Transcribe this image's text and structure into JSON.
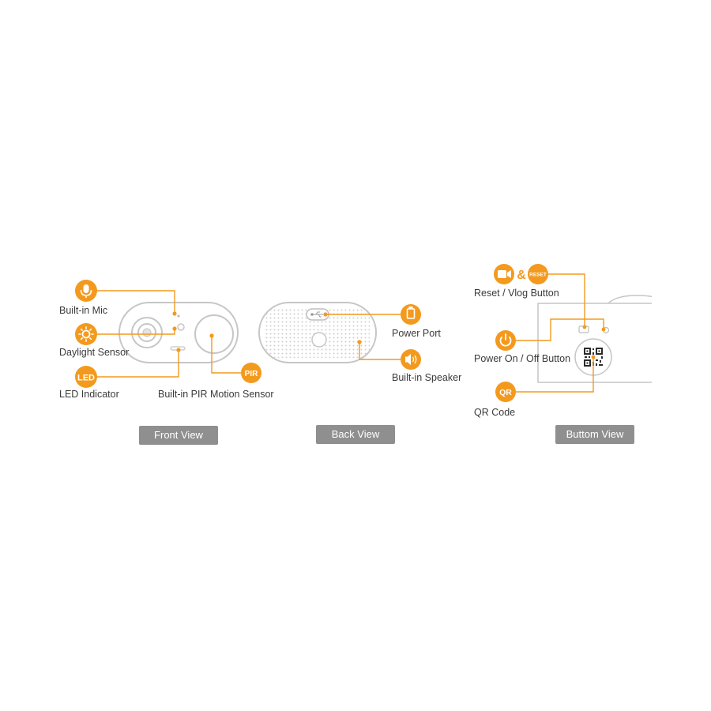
{
  "colors": {
    "accent": "#f39a1e",
    "device_stroke": "#c9c9c9",
    "label": "#3a3a3a",
    "button_bg": "#8f8f8f"
  },
  "front": {
    "mic_label": "Built-in Mic",
    "daylight_label": "Daylight Sensor",
    "led_label": "LED Indicator",
    "led_badge": "LED",
    "pir_label": "Built-in PIR Motion Sensor",
    "pir_badge": "PIR",
    "view_button": "Front View",
    "icons": [
      "microphone-icon",
      "sun-icon"
    ]
  },
  "back": {
    "power_port_label": "Power Port",
    "speaker_label": "Built-in Speaker",
    "view_button": "Back View",
    "icons": [
      "usb-plug-icon",
      "speaker-icon",
      "usb-symbol-icon"
    ]
  },
  "bottom": {
    "reset_label": "Reset / Vlog Button",
    "reset_badge": "RESET",
    "amp": "&",
    "power_label": "Power On / Off Button",
    "qr_label": "QR Code",
    "qr_badge": "QR",
    "view_button": "Buttom View",
    "icons": [
      "video-camera-icon",
      "power-icon",
      "qr-code-icon"
    ]
  }
}
